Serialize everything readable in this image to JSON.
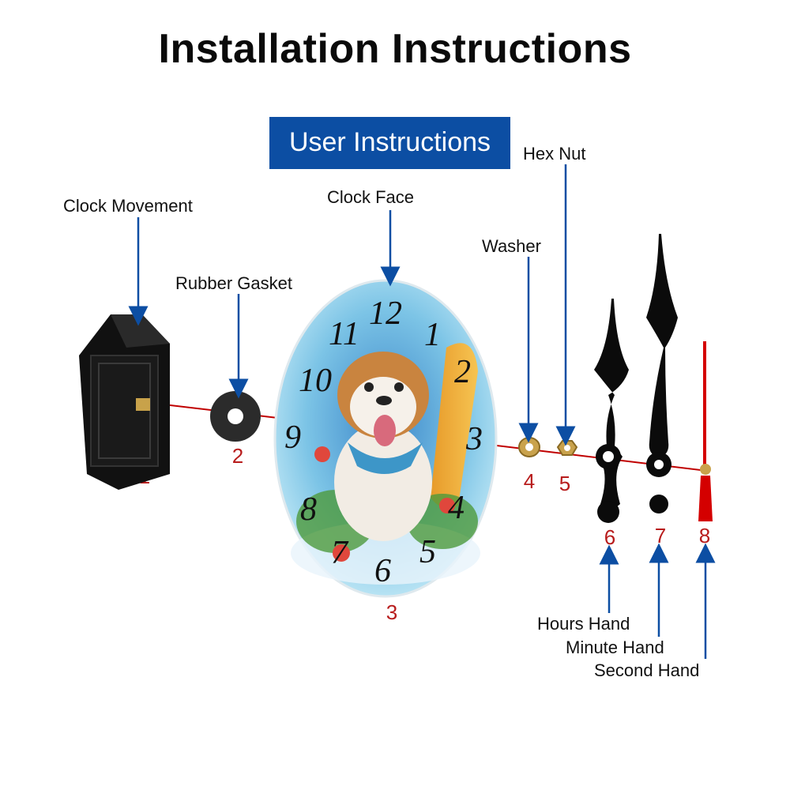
{
  "title": "Installation Instructions",
  "badge": "User Instructions",
  "parts": [
    {
      "number": "1",
      "label": "Clock Movement"
    },
    {
      "number": "2",
      "label": "Rubber Gasket"
    },
    {
      "number": "3",
      "label": "Clock Face"
    },
    {
      "number": "4",
      "label": "Washer"
    },
    {
      "number": "5",
      "label": "Hex Nut"
    },
    {
      "number": "6",
      "label": "Hours Hand"
    },
    {
      "number": "7",
      "label": "Minute Hand"
    },
    {
      "number": "8",
      "label": "Second Hand"
    }
  ],
  "dial_numbers": [
    "12",
    "1",
    "2",
    "3",
    "4",
    "5",
    "6",
    "7",
    "8",
    "9",
    "10",
    "11"
  ],
  "colors": {
    "badge": "#0c4ea3",
    "arrow": "#0c4ea3",
    "number": "#b81c1c",
    "axis": "#c00000",
    "second_hand": "#d40000"
  }
}
